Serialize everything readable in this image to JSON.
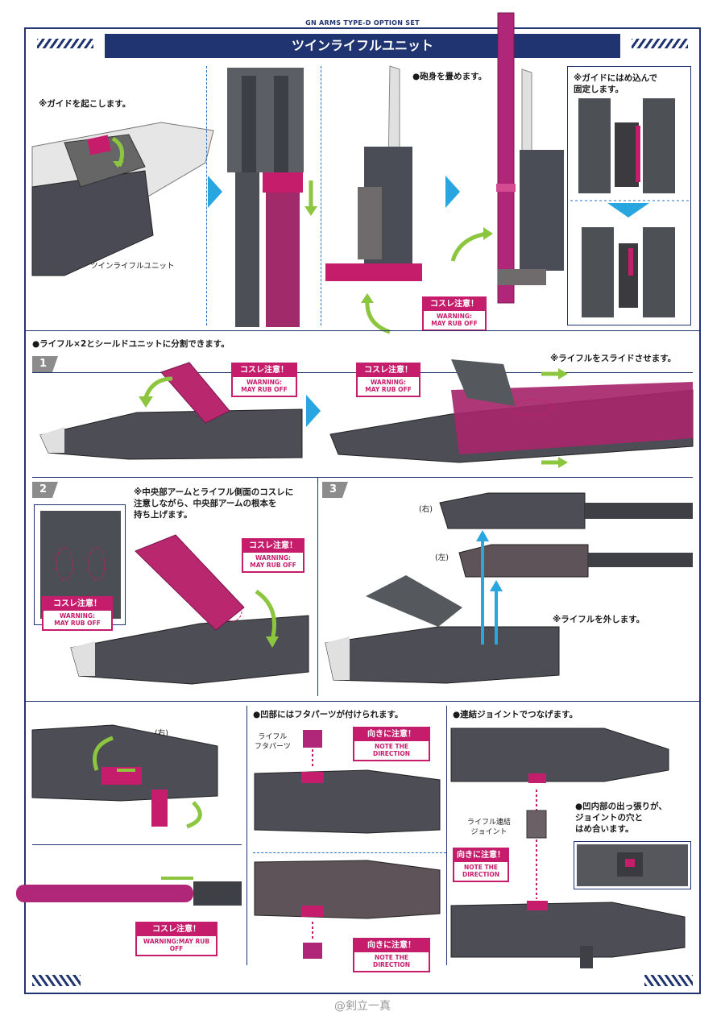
{
  "header": {
    "set_name": "GN ARMS TYPE-D OPTION SET",
    "title": "ツインライフルユニット"
  },
  "top_section": {
    "guide_note": "※ガイドを起こします。",
    "unit_label": "ツインライフルユニット",
    "fold_note": "●砲身を畳めます。",
    "fix_note": "※ガイドにはめ込んで\n固定します。",
    "warning": {
      "jp": "コスレ注意！",
      "en": "WARNING:\nMAY RUB OFF"
    }
  },
  "split_section": {
    "heading": "●ライフル×2とシールドユニットに分割できます。",
    "step1": {
      "number": "1",
      "slide_note": "※ライフルをスライドさせます。",
      "warning_a": {
        "jp": "コスレ注意！",
        "en": "WARNING:\nMAY RUB OFF"
      },
      "warning_b": {
        "jp": "コスレ注意！",
        "en": "WARNING:\nMAY RUB OFF"
      }
    },
    "step2": {
      "number": "2",
      "note": "※中央部アームとライフル側面のコスレに\n注意しながら、中央部アームの根本を\n持ち上げます。",
      "warning_a": {
        "jp": "コスレ注意！",
        "en": "WARNING:\nMAY RUB OFF"
      },
      "warning_b": {
        "jp": "コスレ注意！",
        "en": "WARNING:\nMAY RUB OFF"
      }
    },
    "step3": {
      "number": "3",
      "right_label": "(右)",
      "left_label": "(左)",
      "remove_note": "※ライフルを外します。"
    }
  },
  "bottom_section": {
    "right_label": "(右)",
    "barrel_warning": {
      "jp": "コスレ注意！",
      "en": "WARNING:MAY RUB OFF"
    },
    "cap_heading": "●凹部にはフタパーツが付けられます。",
    "cap_part_label": "ライフル\nフタパーツ",
    "direction_a": {
      "jp": "向きに注意！",
      "en": "NOTE THE DIRECTION"
    },
    "direction_b": {
      "jp": "向きに注意！",
      "en": "NOTE THE DIRECTION"
    },
    "joint_heading": "●連結ジョイントでつなげます。",
    "joint_part_label": "ライフル連結\nジョイント",
    "direction_c": {
      "jp": "向きに注意！",
      "en": "NOTE THE\nDIRECTION"
    },
    "fit_note": "●凹内部の出っ張りが、\nジョイントの穴と\nはめ合います。"
  },
  "footer": {
    "watermark": "@剣立一真"
  },
  "colors": {
    "navy": "#1f3470",
    "magenta": "#c61c6c",
    "arrow_blue": "#29a6e0",
    "arrow_green": "#8cc63f"
  }
}
